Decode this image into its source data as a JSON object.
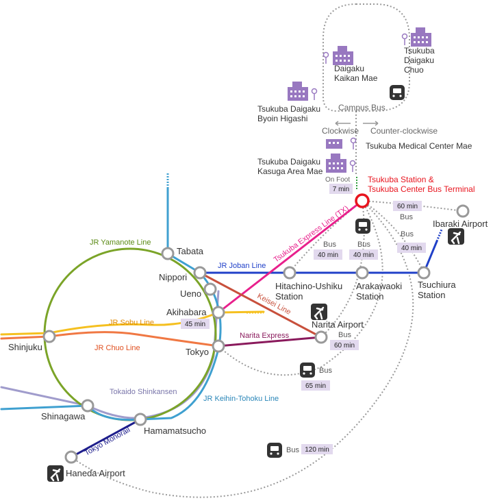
{
  "colors": {
    "yamanote": "#7ba428",
    "keihin_tohoku": "#3fa0d0",
    "tokaido": "#a09ccc",
    "chuo": "#f07843",
    "sobu": "#f5c020",
    "joban": "#2040c8",
    "keisei": "#c8503c",
    "narita_express": "#8a1a5c",
    "tx": "#e8208c",
    "monorail": "#1e1e8c",
    "tsukuba_station": "#e8141e",
    "bus_route": "#999999",
    "time_tag": "#e2d9ee",
    "building": "#9878c0"
  },
  "stations": {
    "shinjuku": "Shinjuku",
    "shinagawa": "Shinagawa",
    "hamamatsucho": "Hamamatsucho",
    "tokyo": "Tokyo",
    "akihabara": "Akihabara",
    "ueno": "Ueno",
    "nippori": "Nippori",
    "tabata": "Tabata",
    "haneda": "Haneda Airport",
    "narita": "Narita Airport",
    "hitachino_1": "Hitachino-Ushiku",
    "hitachino_2": "Station",
    "arakawaoki_1": "Arakawaoki",
    "arakawaoki_2": "Station",
    "tsuchiura_1": "Tsuchiura",
    "tsuchiura_2": "Station",
    "ibaraki": "Ibaraki Airport",
    "tsukuba_1": "Tsukuba Station &",
    "tsukuba_2": "Tsukuba Center Bus Terminal"
  },
  "lines": {
    "yamanote": "JR  Yamanote Line",
    "joban": "JR Joban Line",
    "tx": "Tsukuba Express Line (TX)",
    "keisei": "Keisei Line",
    "sobu": "JR  Sobu Line",
    "chuo": "JR  Chuo Line",
    "narita_express": "Narita Express",
    "tokaido": "Tokaido Shinkansen",
    "keihin": "JR Keihin-Tohoku Line",
    "monorail": "Tokyo Monorail"
  },
  "campus": {
    "daigaku_kaikan_1": "Daigaku",
    "daigaku_kaikan_2": "Kaikan Mae",
    "daigaku_chuo_1": "Tsukuba",
    "daigaku_chuo_2": "Daigaku",
    "daigaku_chuo_3": "Chuo",
    "byoin_1": "Tsukuba Daigaku",
    "byoin_2": "Byoin Higashi",
    "campus_bus": "Campus Bus",
    "clockwise": "Clockwise",
    "counter": "Counter-clockwise",
    "medical": "Tsukuba Medical Center Mae",
    "kasuga_1": "Tsukuba Daigaku",
    "kasuga_2": "Kasuga Area Mae",
    "on_foot": "On Foot"
  },
  "times": {
    "walk": "7 min",
    "ibaraki": "60 min",
    "hitachino": "40 min",
    "arakawaoki": "40 min",
    "tsuchiura": "40 min",
    "akihabara": "45 min",
    "narita": "60 min",
    "tokyo": "65 min",
    "haneda": "120 min"
  },
  "bus_labels": {
    "ibaraki": "Bus",
    "hitachino": "Bus",
    "arakawaoki": "Bus",
    "tsuchiura": "Bus",
    "narita": "Bus",
    "tokyo": "Bus",
    "haneda": "Bus"
  }
}
